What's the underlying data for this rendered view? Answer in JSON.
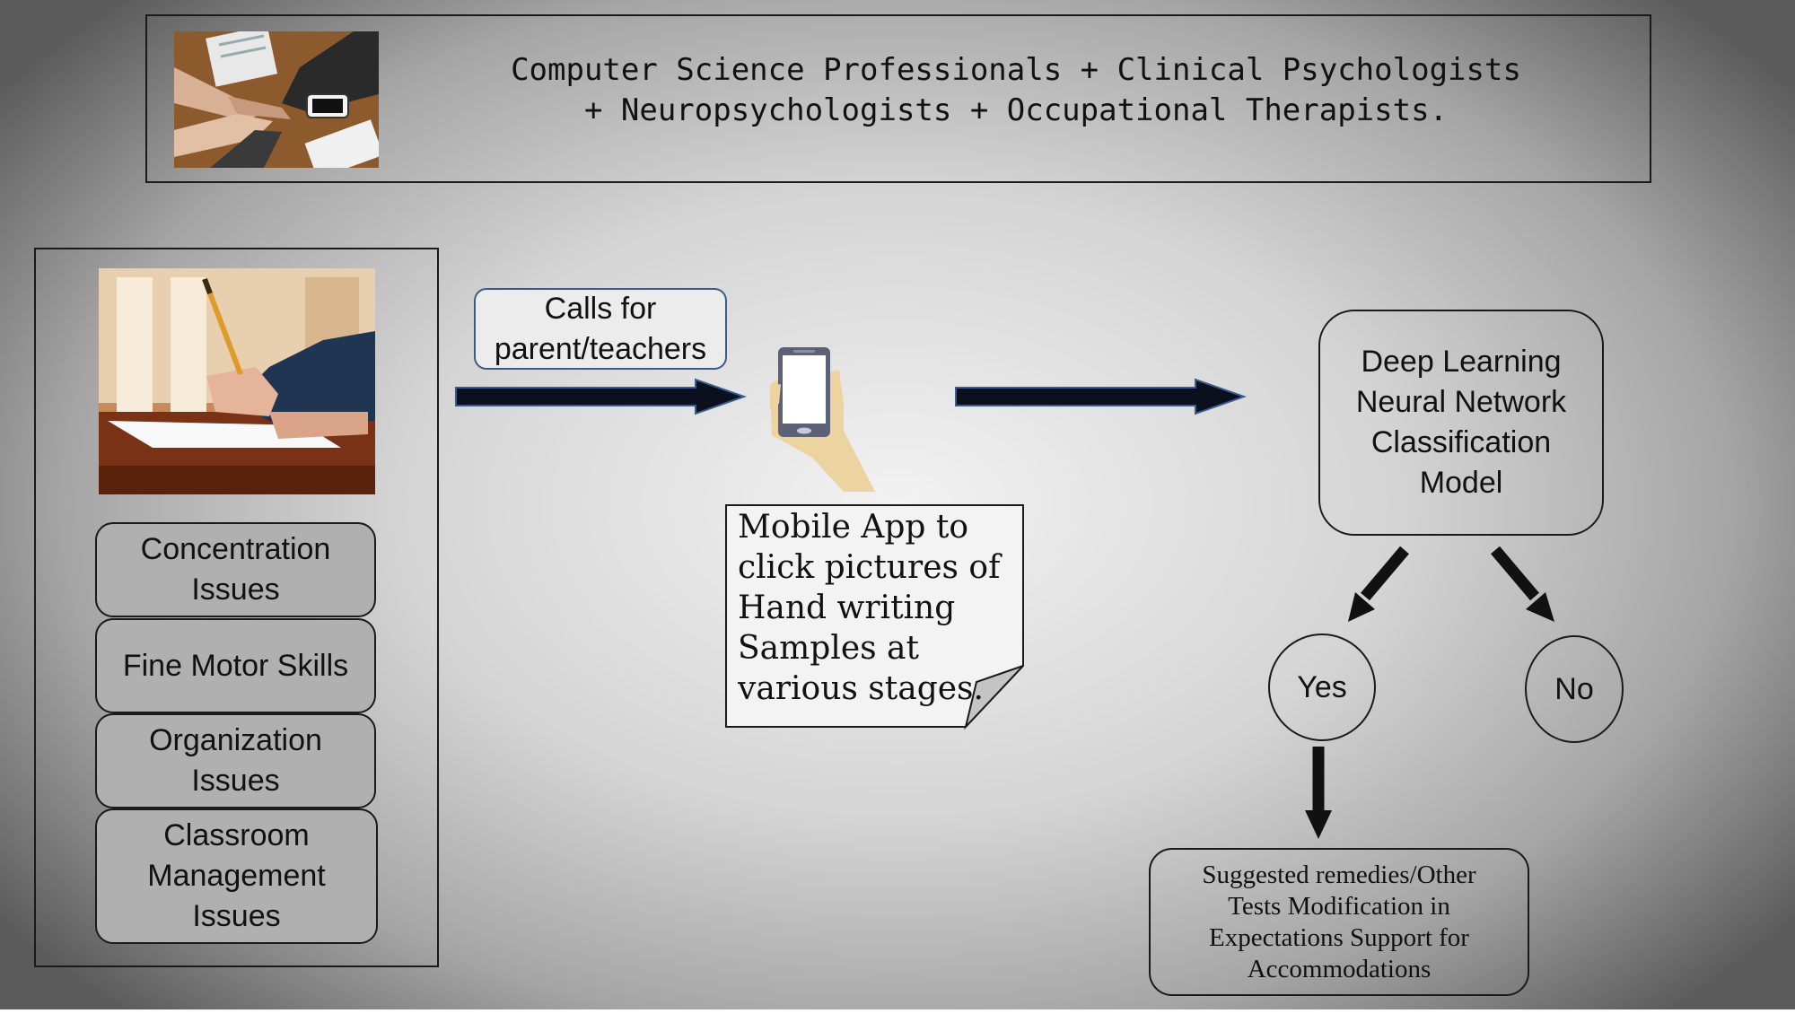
{
  "header": {
    "line1": "Computer Science Professionals + Clinical Psychologists",
    "line2": "+ Neuropsychologists + Occupational Therapists."
  },
  "left_panel": {
    "issues": [
      {
        "line1": "Concentration",
        "line2": "Issues",
        "line3": ""
      },
      {
        "line1": "Fine Motor Skills",
        "line2": "",
        "line3": ""
      },
      {
        "line1": "Organization",
        "line2": "Issues",
        "line3": ""
      },
      {
        "line1": "Classroom",
        "line2": "Management",
        "line3": "Issues"
      }
    ]
  },
  "calls": {
    "line1": "Calls for",
    "line2": "parent/teachers"
  },
  "mobile_note": {
    "lines": [
      "Mobile App to",
      "click pictures of",
      "Hand writing",
      "Samples at",
      "various stages."
    ]
  },
  "model": {
    "lines": [
      "Deep Learning",
      "Neural Network",
      "Classification",
      "Model"
    ]
  },
  "yes_label": "Yes",
  "no_label": "No",
  "remedies": {
    "lines": [
      "Suggested remedies/Other",
      "Tests Modification in",
      "Expectations Support for",
      "Accommodations"
    ]
  },
  "colors": {
    "arrow_fill": "#0b0f1e",
    "calls_border": "#3a5b8c",
    "phone_body": "#5c6178",
    "hand": "#ecd3a0"
  }
}
